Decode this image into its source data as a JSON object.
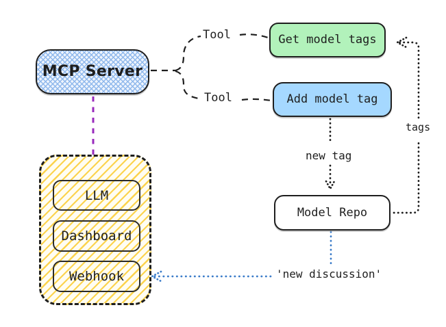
{
  "nodes": {
    "mcp_server": {
      "label": "MCP Server"
    },
    "get_model_tags": {
      "label": "Get model tags"
    },
    "add_model_tag": {
      "label": "Add model tag"
    },
    "model_repo": {
      "label": "Model Repo"
    },
    "group_items": [
      {
        "label": "LLM"
      },
      {
        "label": "Dashboard"
      },
      {
        "label": "Webhook"
      }
    ]
  },
  "edge_labels": {
    "tool_top": "Tool",
    "tool_bottom": "Tool",
    "tags": "tags",
    "new_tag": "new tag",
    "new_discussion": "'new discussion'"
  },
  "colors": {
    "stroke": "#1e1e1e",
    "green-fill": "#b2f2bb",
    "blue-fill": "#a5d8ff",
    "white-fill": "#ffffff",
    "purple-line": "#982abc",
    "blue-line": "#3b7cc9",
    "yellow-hatch": "#fcd34d",
    "blue-hatch": "#8fb8ec"
  }
}
